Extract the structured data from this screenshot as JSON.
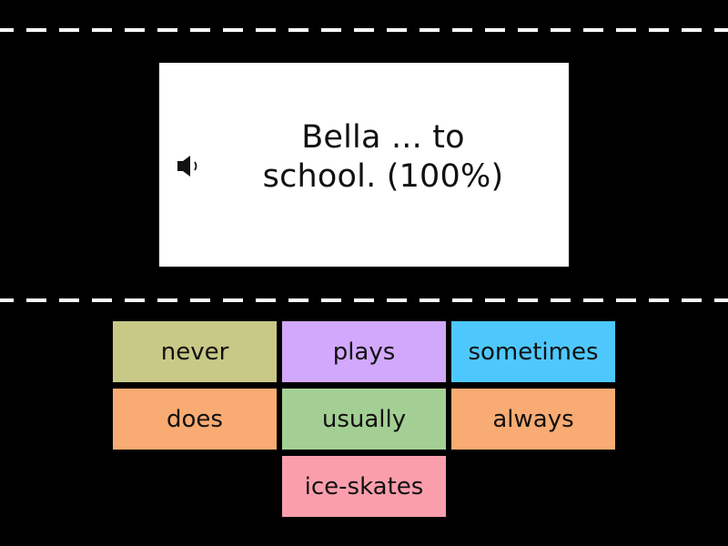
{
  "question": {
    "text": "Bella ... to school. (100%)",
    "line1": "Bella ... to",
    "line2": "school. (100%)",
    "audio_icon": "speaker-icon"
  },
  "answers": [
    {
      "label": "never",
      "color": "#c8c887"
    },
    {
      "label": "plays",
      "color": "#d2a8fc"
    },
    {
      "label": "sometimes",
      "color": "#4ec8fc"
    },
    {
      "label": "does",
      "color": "#f8ab72"
    },
    {
      "label": "usually",
      "color": "#a4cf94"
    },
    {
      "label": "always",
      "color": "#f8ab72"
    },
    {
      "label": "ice-skates",
      "color": "#fb9eac"
    }
  ],
  "colors": {
    "background": "#000000",
    "card": "#ffffff",
    "divider": "#ffffff"
  }
}
